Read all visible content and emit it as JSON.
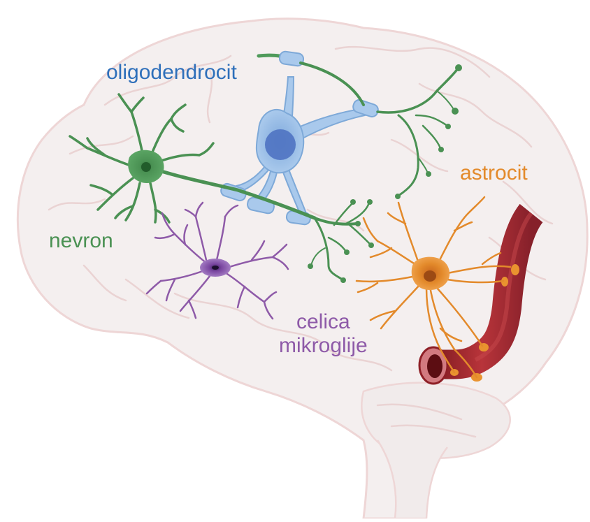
{
  "labels": {
    "oligodendrocyte": "oligodendrocit",
    "neuron": "nevron",
    "astrocyte": "astrocit",
    "microglia_line1": "celica",
    "microglia_line2": "mikroglije"
  },
  "colors": {
    "oligodendrocyte": "#2e6fba",
    "neuron": "#4a9153",
    "astrocyte": "#e38a2b",
    "microglia": "#8e5aa8",
    "blood_vessel": "#9b2328",
    "brain_fill": "#f4efef",
    "brain_outline": "#eed6d6"
  }
}
